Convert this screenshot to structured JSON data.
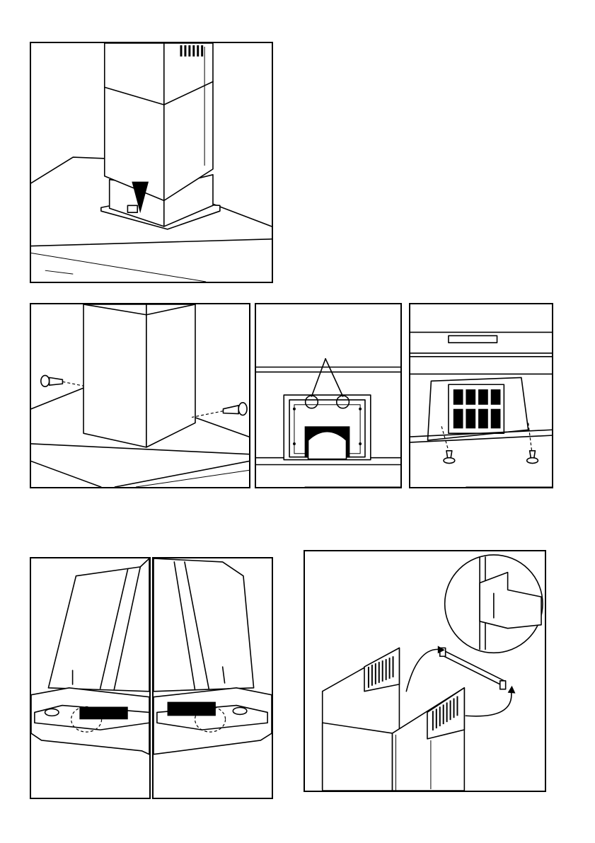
{
  "page": {
    "figures": [
      {
        "id": "fig-chimney-lower"
      },
      {
        "id": "fig-chimney-screws"
      },
      {
        "id": "fig-bracket-detail"
      },
      {
        "id": "fig-filter-underside"
      },
      {
        "id": "fig-hood-left"
      },
      {
        "id": "fig-hood-right"
      },
      {
        "id": "fig-chimney-bracket-assembly"
      }
    ]
  }
}
